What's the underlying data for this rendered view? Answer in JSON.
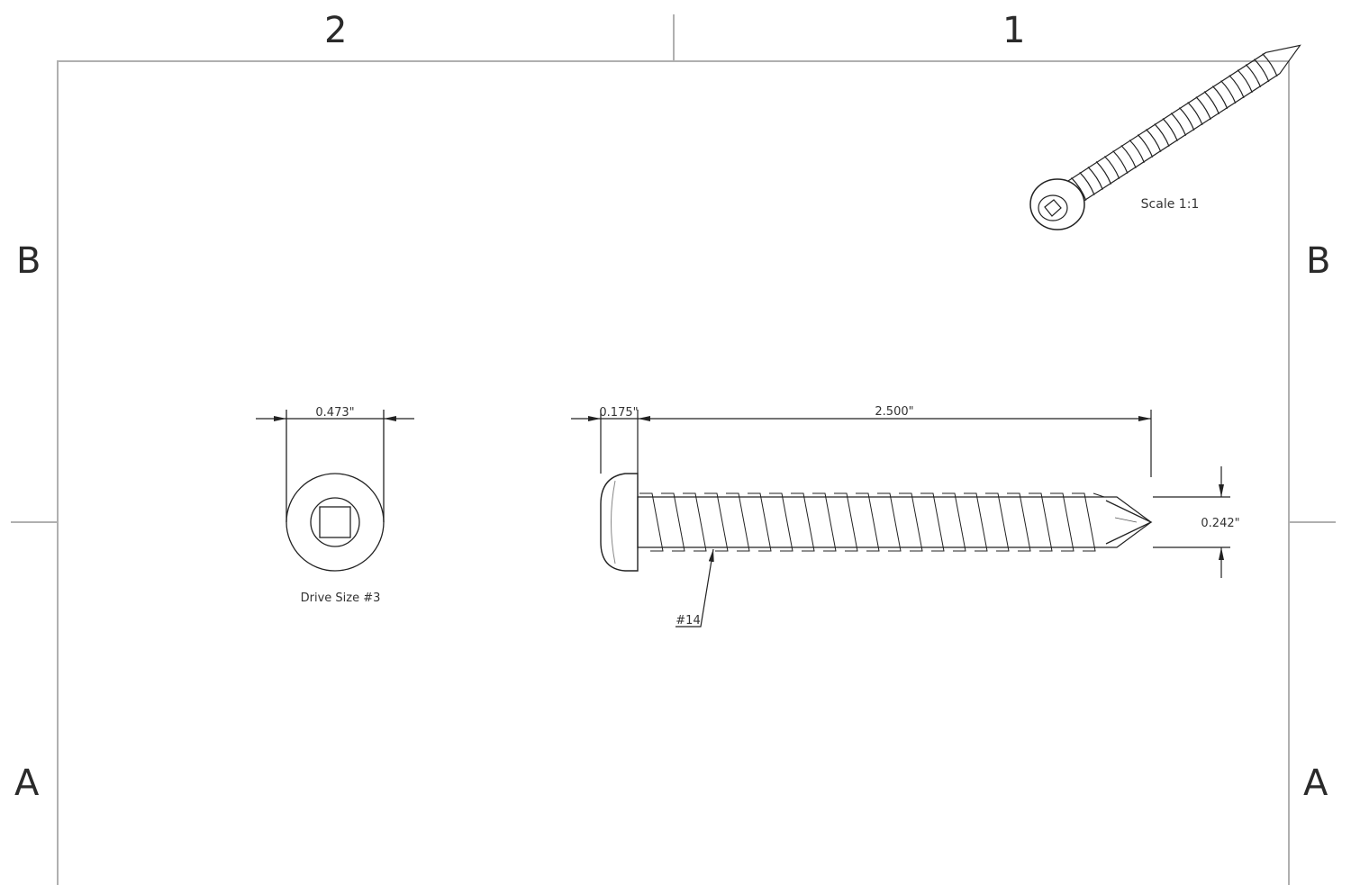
{
  "zones": {
    "columns": [
      "2",
      "1"
    ],
    "rows_left": [
      "B",
      "A"
    ],
    "rows_right": [
      "B",
      "A"
    ]
  },
  "front_view": {
    "diameter_label": "0.473\"",
    "drive_label": "Drive Size #3"
  },
  "side_view": {
    "head_label": "0.175\"",
    "length_label": "2.500\"",
    "shank_label": "0.242\"",
    "thread_label": "#14"
  },
  "iso_view": {
    "scale_label": "Scale 1:1"
  },
  "colors": {
    "border": "#b0b0b0",
    "line": "#222222",
    "text": "#333333"
  }
}
